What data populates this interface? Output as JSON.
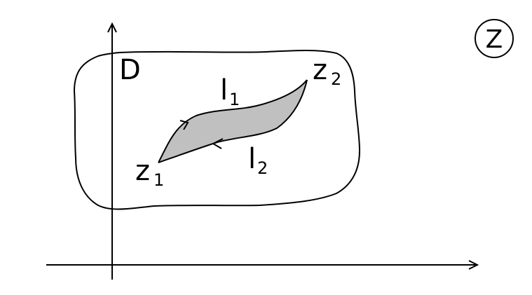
{
  "labels": {
    "domain": "D",
    "plane": "Z",
    "z1": {
      "base": "z",
      "sub": "1"
    },
    "z2": {
      "base": "z",
      "sub": "2"
    },
    "l1": {
      "base": "l",
      "sub": "1"
    },
    "l2": {
      "base": "l",
      "sub": "2"
    }
  },
  "colors": {
    "ink": "#000000",
    "shaded_region": "#c0c0c0",
    "background": "#ffffff"
  }
}
